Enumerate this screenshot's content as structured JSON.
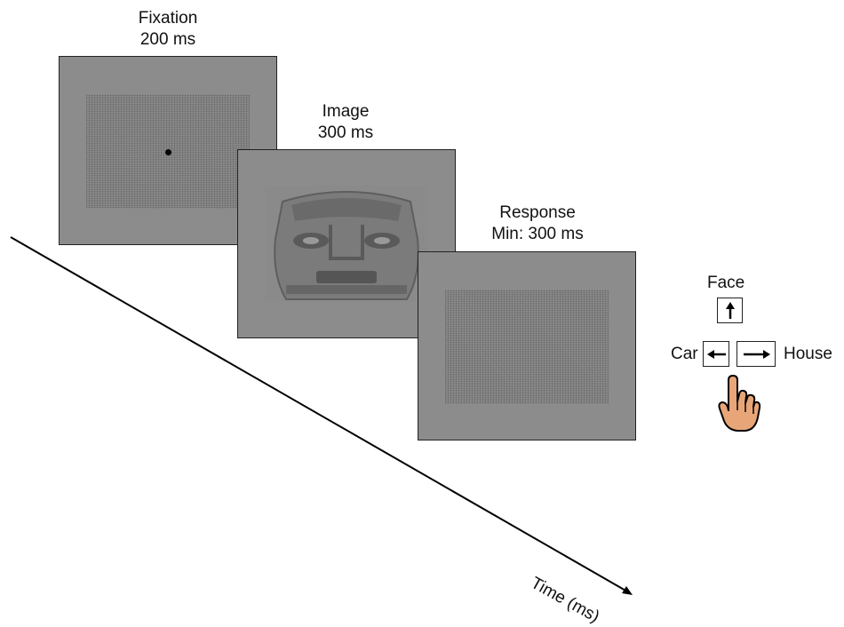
{
  "stages": [
    {
      "name": "Fixation",
      "duration": "200 ms"
    },
    {
      "name": "Image",
      "duration": "300 ms"
    },
    {
      "name": "Response",
      "duration": "Min: 300 ms"
    }
  ],
  "time_axis_label": "Time (ms)",
  "keys": {
    "up": "Face",
    "left": "Car",
    "right": "House"
  },
  "icons": [
    "fixation-dot-icon",
    "face-image-icon",
    "up-arrow-icon",
    "left-arrow-icon",
    "right-arrow-icon",
    "hand-pointer-icon"
  ],
  "colors": {
    "screen": "#8c8c8c",
    "noise": "#7d7d7d",
    "hand": "#e8a678"
  }
}
